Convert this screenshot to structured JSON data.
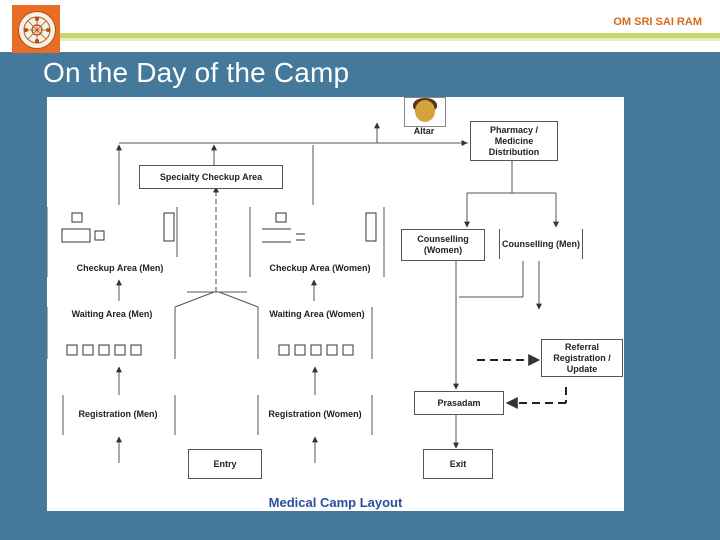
{
  "header": {
    "right_text": "OM SRI SAI RAM"
  },
  "slide": {
    "title": "On the Day of the Camp"
  },
  "diagram": {
    "caption": "Medical Camp Layout",
    "altar": "Altar",
    "pharmacy": "Pharmacy / Medicine Distribution",
    "specialty": "Specialty Checkup Area",
    "checkup_men": "Checkup Area (Men)",
    "checkup_women": "Checkup Area (Women)",
    "counselling_women": "Counselling (Women)",
    "counselling_men": "Counselling (Men)",
    "waiting_men": "Waiting Area (Men)",
    "waiting_women": "Waiting Area (Women)",
    "referral": "Referral Registration / Update",
    "prasadam": "Prasadam",
    "registration_men": "Registration (Men)",
    "registration_women": "Registration (Women)",
    "entry": "Entry",
    "exit": "Exit"
  },
  "colors": {
    "slide_blue": "#45799c",
    "accent_orange": "#ea6d26",
    "stripe_green": "#c5d86d",
    "caption_blue": "#2b4f9a"
  }
}
